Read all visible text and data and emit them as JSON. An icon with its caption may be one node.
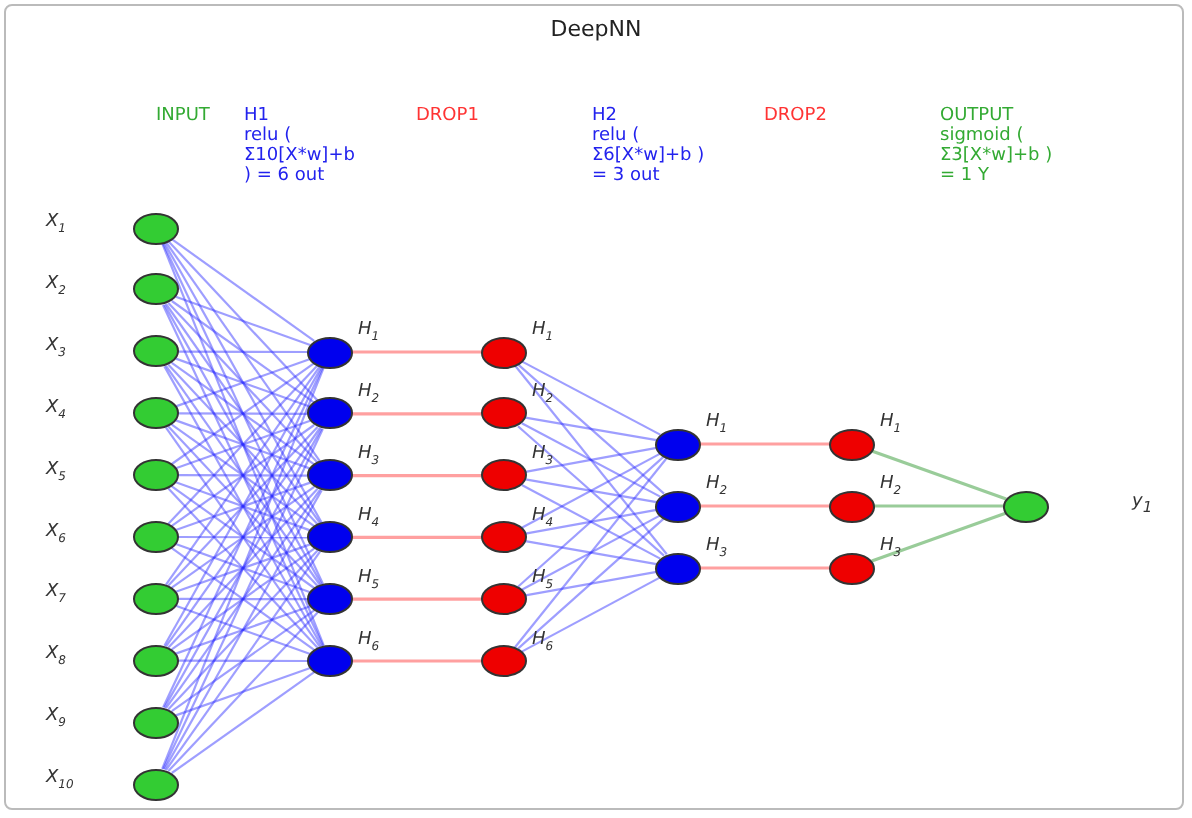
{
  "diagram": {
    "title": "DeepNN",
    "nodes": [
      {
        "text": [],
        "shape": "circle",
        "beside": [
          "X$_{1}$"
        ]
      },
      {
        "text": [],
        "shape": "circle",
        "beside": [
          "X$_{2}$"
        ]
      },
      {
        "text": [],
        "shape": "circle",
        "beside": [
          "X$_{3}$"
        ]
      },
      {
        "text": [],
        "shape": "circle",
        "beside": [
          "X$_{4}$"
        ]
      },
      {
        "text": [],
        "shape": "circle",
        "beside": [
          "X$_{5}$"
        ]
      },
      {
        "text": [],
        "shape": "circle",
        "beside": [
          "X$_{6}$"
        ]
      },
      {
        "text": [],
        "shape": "circle",
        "beside": [
          "X$_{7}$"
        ]
      },
      {
        "text": [],
        "shape": "circle",
        "beside": [
          "X$_{8}$"
        ]
      },
      {
        "text": [],
        "shape": "circle",
        "beside": [
          "X$_{9}$"
        ]
      },
      {
        "text": [],
        "shape": "circle",
        "beside": [
          "X$_{10}$"
        ]
      },
      {
        "text": [],
        "shape": "circle",
        "beside": [
          "H$_{1}$"
        ]
      },
      {
        "text": [],
        "shape": "circle",
        "beside": [
          "H$_{2}$"
        ]
      },
      {
        "text": [],
        "shape": "circle",
        "beside": [
          "H$_{3}$"
        ]
      },
      {
        "text": [],
        "shape": "circle",
        "beside": [
          "H$_{4}$"
        ]
      },
      {
        "text": [],
        "shape": "circle",
        "beside": [
          "H$_{5}$"
        ]
      },
      {
        "text": [],
        "shape": "circle",
        "beside": [
          "H$_{6}$"
        ]
      },
      {
        "text": [],
        "shape": "circle",
        "beside": [
          "H$_{1}$"
        ]
      },
      {
        "text": [],
        "shape": "circle",
        "beside": [
          "H$_{2}$"
        ]
      },
      {
        "text": [],
        "shape": "circle",
        "beside": [
          "H$_{3}$"
        ]
      },
      {
        "text": [],
        "shape": "circle",
        "beside": [
          "H$_{4}$"
        ]
      },
      {
        "text": [],
        "shape": "circle",
        "beside": [
          "H$_{5}$"
        ]
      },
      {
        "text": [],
        "shape": "circle",
        "beside": [
          "H$_{6}$"
        ]
      },
      {
        "text": [],
        "shape": "circle",
        "beside": [
          "H$_{1}$"
        ]
      },
      {
        "text": [],
        "shape": "circle",
        "beside": [
          "H$_{2}$"
        ]
      },
      {
        "text": [],
        "shape": "circle",
        "beside": [
          "H$_{3}$"
        ]
      },
      {
        "text": [],
        "shape": "circle",
        "beside": [
          "H$_{1}$"
        ]
      },
      {
        "text": [],
        "shape": "circle",
        "beside": [
          "H$_{2}$"
        ]
      },
      {
        "text": [],
        "shape": "circle",
        "beside": [
          "H$_{3}$"
        ]
      },
      {
        "text": [],
        "shape": "circle"
      }
    ],
    "edges": [
      {
        "from": 0,
        "to": 10,
        "arrow": "none"
      },
      {
        "from": 0,
        "to": 11,
        "arrow": "none"
      },
      {
        "from": 0,
        "to": 12,
        "arrow": "none"
      },
      {
        "from": 0,
        "to": 13,
        "arrow": "none"
      },
      {
        "from": 0,
        "to": 14,
        "arrow": "none"
      },
      {
        "from": 0,
        "to": 15,
        "arrow": "none"
      },
      {
        "from": 1,
        "to": 10,
        "arrow": "none"
      },
      {
        "from": 1,
        "to": 11,
        "arrow": "none"
      },
      {
        "from": 1,
        "to": 12,
        "arrow": "none"
      },
      {
        "from": 1,
        "to": 13,
        "arrow": "none"
      },
      {
        "from": 1,
        "to": 14,
        "arrow": "none"
      },
      {
        "from": 1,
        "to": 15,
        "arrow": "none"
      },
      {
        "from": 2,
        "to": 10,
        "arrow": "none"
      },
      {
        "from": 2,
        "to": 11,
        "arrow": "none"
      },
      {
        "from": 2,
        "to": 12,
        "arrow": "none"
      },
      {
        "from": 2,
        "to": 13,
        "arrow": "none"
      },
      {
        "from": 2,
        "to": 14,
        "arrow": "none"
      },
      {
        "from": 2,
        "to": 15,
        "arrow": "none"
      },
      {
        "from": 3,
        "to": 10,
        "arrow": "none"
      },
      {
        "from": 3,
        "to": 11,
        "arrow": "none"
      },
      {
        "from": 3,
        "to": 12,
        "arrow": "none"
      },
      {
        "from": 3,
        "to": 13,
        "arrow": "none"
      },
      {
        "from": 3,
        "to": 14,
        "arrow": "none"
      },
      {
        "from": 3,
        "to": 15,
        "arrow": "none"
      },
      {
        "from": 4,
        "to": 10,
        "arrow": "none"
      },
      {
        "from": 4,
        "to": 11,
        "arrow": "none"
      },
      {
        "from": 4,
        "to": 12,
        "arrow": "none"
      },
      {
        "from": 4,
        "to": 13,
        "arrow": "none"
      },
      {
        "from": 4,
        "to": 14,
        "arrow": "none"
      },
      {
        "from": 4,
        "to": 15,
        "arrow": "none"
      },
      {
        "from": 5,
        "to": 10,
        "arrow": "none"
      },
      {
        "from": 5,
        "to": 11,
        "arrow": "none"
      },
      {
        "from": 5,
        "to": 12,
        "arrow": "none"
      },
      {
        "from": 5,
        "to": 13,
        "arrow": "none"
      },
      {
        "from": 5,
        "to": 14,
        "arrow": "none"
      },
      {
        "from": 5,
        "to": 15,
        "arrow": "none"
      },
      {
        "from": 6,
        "to": 10,
        "arrow": "none"
      },
      {
        "from": 6,
        "to": 11,
        "arrow": "none"
      },
      {
        "from": 6,
        "to": 12,
        "arrow": "none"
      },
      {
        "from": 6,
        "to": 13,
        "arrow": "none"
      },
      {
        "from": 6,
        "to": 14,
        "arrow": "none"
      },
      {
        "from": 6,
        "to": 15,
        "arrow": "none"
      },
      {
        "from": 7,
        "to": 10,
        "arrow": "none"
      },
      {
        "from": 7,
        "to": 11,
        "arrow": "none"
      },
      {
        "from": 7,
        "to": 12,
        "arrow": "none"
      },
      {
        "from": 7,
        "to": 13,
        "arrow": "none"
      },
      {
        "from": 7,
        "to": 14,
        "arrow": "none"
      },
      {
        "from": 7,
        "to": 15,
        "arrow": "none"
      },
      {
        "from": 8,
        "to": 10,
        "arrow": "none"
      },
      {
        "from": 8,
        "to": 11,
        "arrow": "none"
      },
      {
        "from": 8,
        "to": 12,
        "arrow": "none"
      },
      {
        "from": 8,
        "to": 13,
        "arrow": "none"
      },
      {
        "from": 8,
        "to": 14,
        "arrow": "none"
      },
      {
        "from": 8,
        "to": 15,
        "arrow": "none"
      },
      {
        "from": 9,
        "to": 10,
        "arrow": "none"
      },
      {
        "from": 9,
        "to": 11,
        "arrow": "none"
      },
      {
        "from": 9,
        "to": 12,
        "arrow": "none"
      },
      {
        "from": 9,
        "to": 13,
        "arrow": "none"
      },
      {
        "from": 9,
        "to": 14,
        "arrow": "none"
      },
      {
        "from": 9,
        "to": 15,
        "arrow": "none"
      },
      {
        "from": 10,
        "to": 16,
        "arrow": "none",
        "color": "#ffa0a0"
      },
      {
        "from": 11,
        "to": 17,
        "arrow": "none",
        "color": "#ffa0a0"
      },
      {
        "from": 12,
        "to": 18,
        "arrow": "none",
        "color": "#ffa0a0"
      },
      {
        "from": 13,
        "to": 19,
        "arrow": "none",
        "color": "#ffa0a0"
      },
      {
        "from": 14,
        "to": 20,
        "arrow": "none",
        "color": "#ffa0a0"
      },
      {
        "from": 15,
        "to": 21,
        "arrow": "none",
        "color": "#ffa0a0"
      },
      {
        "from": 16,
        "to": 22,
        "arrow": "none"
      },
      {
        "from": 16,
        "to": 23,
        "arrow": "none"
      },
      {
        "from": 16,
        "to": 24,
        "arrow": "none"
      },
      {
        "from": 17,
        "to": 22,
        "arrow": "none"
      },
      {
        "from": 17,
        "to": 23,
        "arrow": "none"
      },
      {
        "from": 17,
        "to": 24,
        "arrow": "none"
      },
      {
        "from": 18,
        "to": 22,
        "arrow": "none"
      },
      {
        "from": 18,
        "to": 23,
        "arrow": "none"
      },
      {
        "from": 18,
        "to": 24,
        "arrow": "none"
      },
      {
        "from": 19,
        "to": 22,
        "arrow": "none"
      },
      {
        "from": 19,
        "to": 23,
        "arrow": "none"
      },
      {
        "from": 19,
        "to": 24,
        "arrow": "none"
      },
      {
        "from": 20,
        "to": 22,
        "arrow": "none"
      },
      {
        "from": 20,
        "to": 23,
        "arrow": "none"
      },
      {
        "from": 20,
        "to": 24,
        "arrow": "none"
      },
      {
        "from": 21,
        "to": 22,
        "arrow": "none"
      },
      {
        "from": 21,
        "to": 23,
        "arrow": "none"
      },
      {
        "from": 21,
        "to": 24,
        "arrow": "none"
      },
      {
        "from": 22,
        "to": 25,
        "arrow": "none",
        "color": "#ffa0a0"
      },
      {
        "from": 23,
        "to": 26,
        "arrow": "none",
        "color": "#ffa0a0"
      },
      {
        "from": 24,
        "to": 27,
        "arrow": "none",
        "color": "#ffa0a0"
      },
      {
        "from": 25,
        "to": 28,
        "arrow": "none",
        "color": "#99cc99"
      },
      {
        "from": 26,
        "to": 28,
        "arrow": "none",
        "color": "#99cc99"
      },
      {
        "from": 27,
        "to": 28,
        "arrow": "none",
        "color": "#99cc99"
      }
    ],
    "labels": [
      "INPUT",
      "H1",
      "relu ( Σ10[X*w]+b ) = 6 out",
      "DROP1",
      "H2",
      "relu ( Σ6[X*w]+b ) = 3 out",
      "DROP2",
      "OUTPUT",
      "sigmoid ( Σ3[X*w]+b ) = 1 Y",
      "y$_{1}$"
    ]
  }
}
